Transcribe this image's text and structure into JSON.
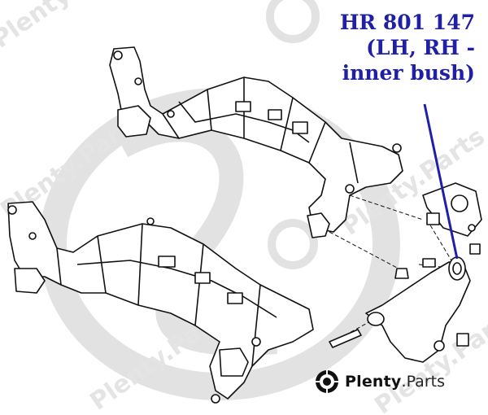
{
  "part_label": {
    "line1": "HR 801 147",
    "line2": "(LH, RH -",
    "line3": "inner bush)"
  },
  "brand": {
    "name": "Plenty",
    "tld": ".Parts",
    "logo_icon": "plenty-gear-logo-icon"
  },
  "watermark": {
    "text": "Plenty.Parts"
  },
  "colors": {
    "label_blue": "#1f1fa8",
    "line_black": "#111111",
    "watermark_gray": "#dcdcdc"
  }
}
